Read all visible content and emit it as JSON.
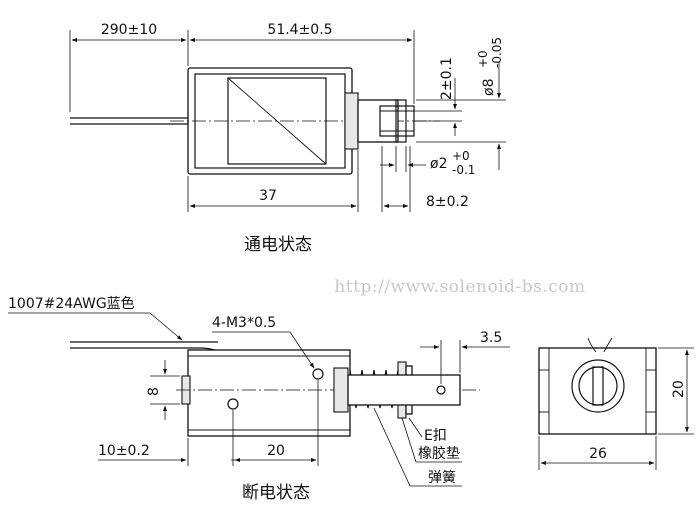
{
  "energized_view": {
    "title": "通电状态",
    "dim_lead_length": "290±10",
    "dim_overall_length": "51.4±0.5",
    "dim_body_length": "37",
    "dim_plunger_stroke": "8±0.2",
    "dim_pin_offset": "2±0.1",
    "dim_plunger_dia_base": "ø8",
    "dim_plunger_dia_tol_upper": "+0",
    "dim_plunger_dia_tol_lower": "-0.05",
    "dim_pin_dia_base": "ø2",
    "dim_pin_dia_tol_upper": "+0",
    "dim_pin_dia_tol_lower": "-0.1"
  },
  "deenergized_view": {
    "title": "断电状态",
    "wire_spec": "1007#24AWG蓝色",
    "mount_holes": "4-M3*0.5",
    "dim_height_small": "8",
    "dim_hole_offset": "10±0.2",
    "dim_hole_spacing": "20",
    "dim_plunger_end": "3.5",
    "label_e_clip": "E扣",
    "label_rubber_pad": "橡胶垫",
    "label_spring": "弹簧"
  },
  "end_view": {
    "dim_width": "26",
    "dim_height": "20"
  },
  "watermark": "http://www.solenoid-bs.com"
}
